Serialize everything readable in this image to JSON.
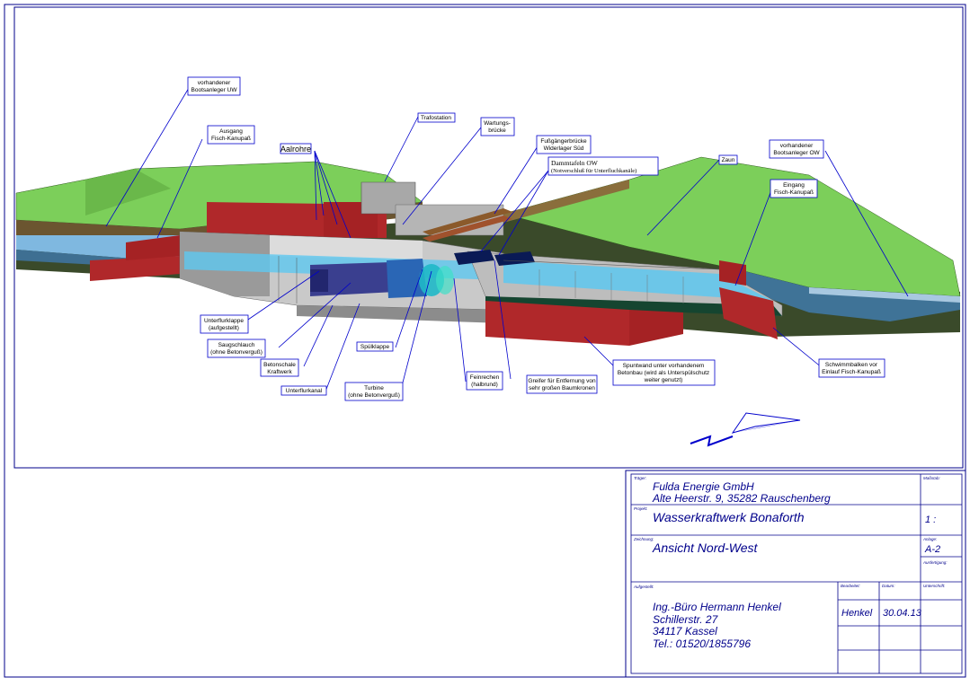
{
  "labels": {
    "bootsanleger_uw_1": "vorhandener",
    "bootsanleger_uw_2": "Bootsanleger UW",
    "ausgang_1": "Ausgang",
    "ausgang_2": "Fisch-Kanupaß",
    "aalrohre": "Aalrohre",
    "trafostation": "Trafostation",
    "wartung_1": "Wartungs-",
    "wartung_2": "brücke",
    "fussgaenger_1": "Fußgängerbrücke",
    "fussgaenger_2": "Widerlager Süd",
    "damm_1": "Dammtafeln OW",
    "damm_2": "(Notverschluß für Unterfluchkanäle)",
    "zaun": "Zaun",
    "bootsanleger_ow_1": "vorhandener",
    "bootsanleger_ow_2": "Bootsanleger OW",
    "eingang_1": "Eingang",
    "eingang_2": "Fisch-Kanupaß",
    "unterflurklappe_1": "Unterflurklappe",
    "unterflurklappe_2": "(aufgestellt)",
    "saugschlauch_1": "Saugschlauch",
    "saugschlauch_2": "(ohne Betonverguß)",
    "betonschale_1": "Betonschale",
    "betonschale_2": "Kraftwerk",
    "unterflurkanal": "Unterflurkanal",
    "spuelklappe": "Spülklappe",
    "turbine_1": "Turbine",
    "turbine_2": "(ohne Betonverguß)",
    "feinrechen_1": "Feinrechen",
    "feinrechen_2": "(halbrund)",
    "greifer_1": "Greifer für Entfernung von",
    "greifer_2": "sehr großen Baumkronen",
    "spundwand_1": "Spuntwand unter vorhandenem",
    "spundwand_2": "Betonbau (wird als Unterspülschutz",
    "spundwand_3": "weiter genutzt)",
    "schwimm_1": "Schwimmbalken vor",
    "schwimm_2": "Einlauf Fisch-Kanupaß"
  },
  "titleblock": {
    "traeger_label": "Träger:",
    "traeger_1": "Fulda Energie GmbH",
    "traeger_2": "Alte Heerstr. 9, 35282 Rauschenberg",
    "massstab_label": "Maßstab:",
    "massstab": "1 :",
    "projekt_label": "Projekt:",
    "projekt": "Wasserkraftwerk Bonaforth",
    "zeichnung_label": "Zeichnung:",
    "zeichnung": "Ansicht Nord-West",
    "anlage_label": "Anlage:",
    "anlage": "A-2",
    "ausfertigung_label": "Ausfertigung:",
    "aufgestellt_label": "Aufgestellt:",
    "buero_1": "Ing.-Büro Hermann Henkel",
    "buero_2": "Schillerstr. 27",
    "buero_3": "34117 Kassel",
    "buero_4": "Tel.: 01520/1855796",
    "bearbeiter_label": "Bearbeitet:",
    "bearbeiter": "Henkel",
    "datum_label": "Datum:",
    "datum": "30.04.13",
    "unterschrift_label": "Unterschrift:"
  },
  "colors": {
    "frame": "#00008b",
    "grass": "#7ccf5a",
    "water": "#5ec8f0",
    "sheetpile": "#b0282a",
    "concrete": "#a8a8a8",
    "leader": "#0000cc"
  }
}
